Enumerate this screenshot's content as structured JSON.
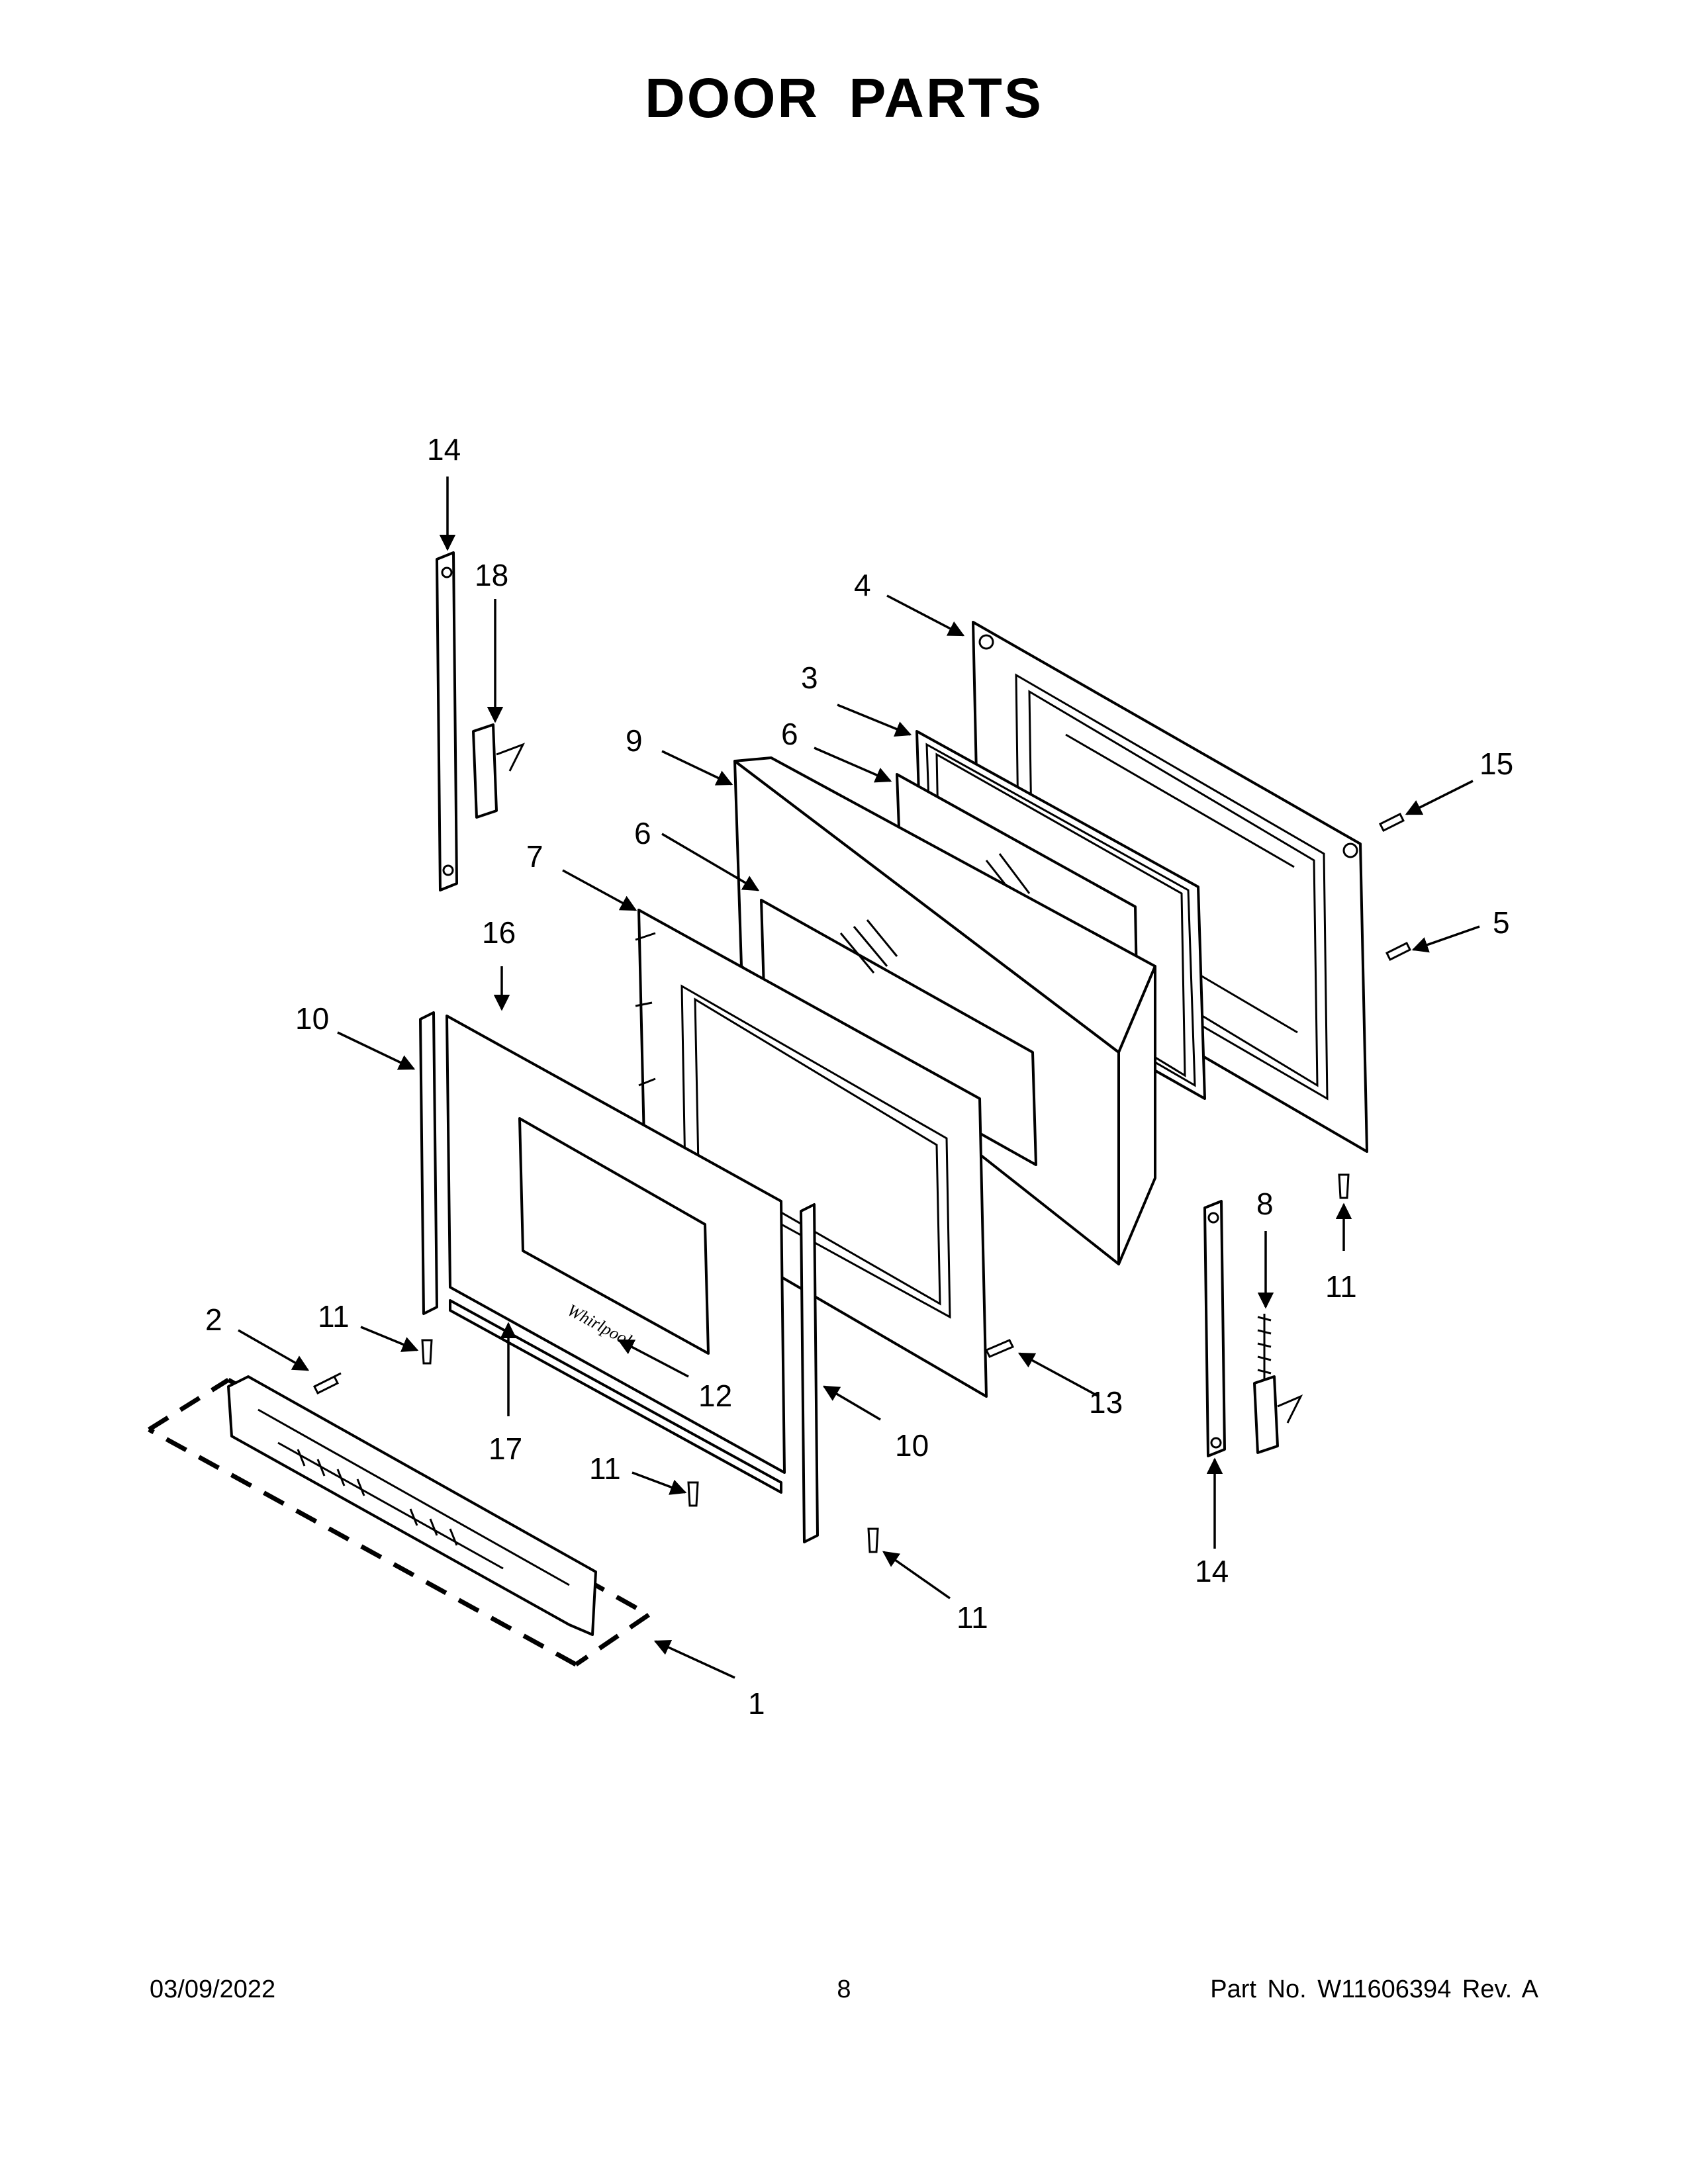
{
  "title": "DOOR PARTS",
  "callouts": {
    "c1": "1",
    "c2": "2",
    "c3": "3",
    "c4": "4",
    "c5": "5",
    "c6a": "6",
    "c6b": "6",
    "c7": "7",
    "c8": "8",
    "c9": "9",
    "c10a": "10",
    "c10b": "10",
    "c11a": "11",
    "c11b": "11",
    "c11c": "11",
    "c11d": "11",
    "c12": "12",
    "c13": "13",
    "c14a": "14",
    "c14b": "14",
    "c15": "15",
    "c16": "16",
    "c17": "17",
    "c18": "18"
  },
  "footer": {
    "date": "03/09/2022",
    "page": "8",
    "part_no": "Part No.  W11606394  Rev.  A"
  }
}
